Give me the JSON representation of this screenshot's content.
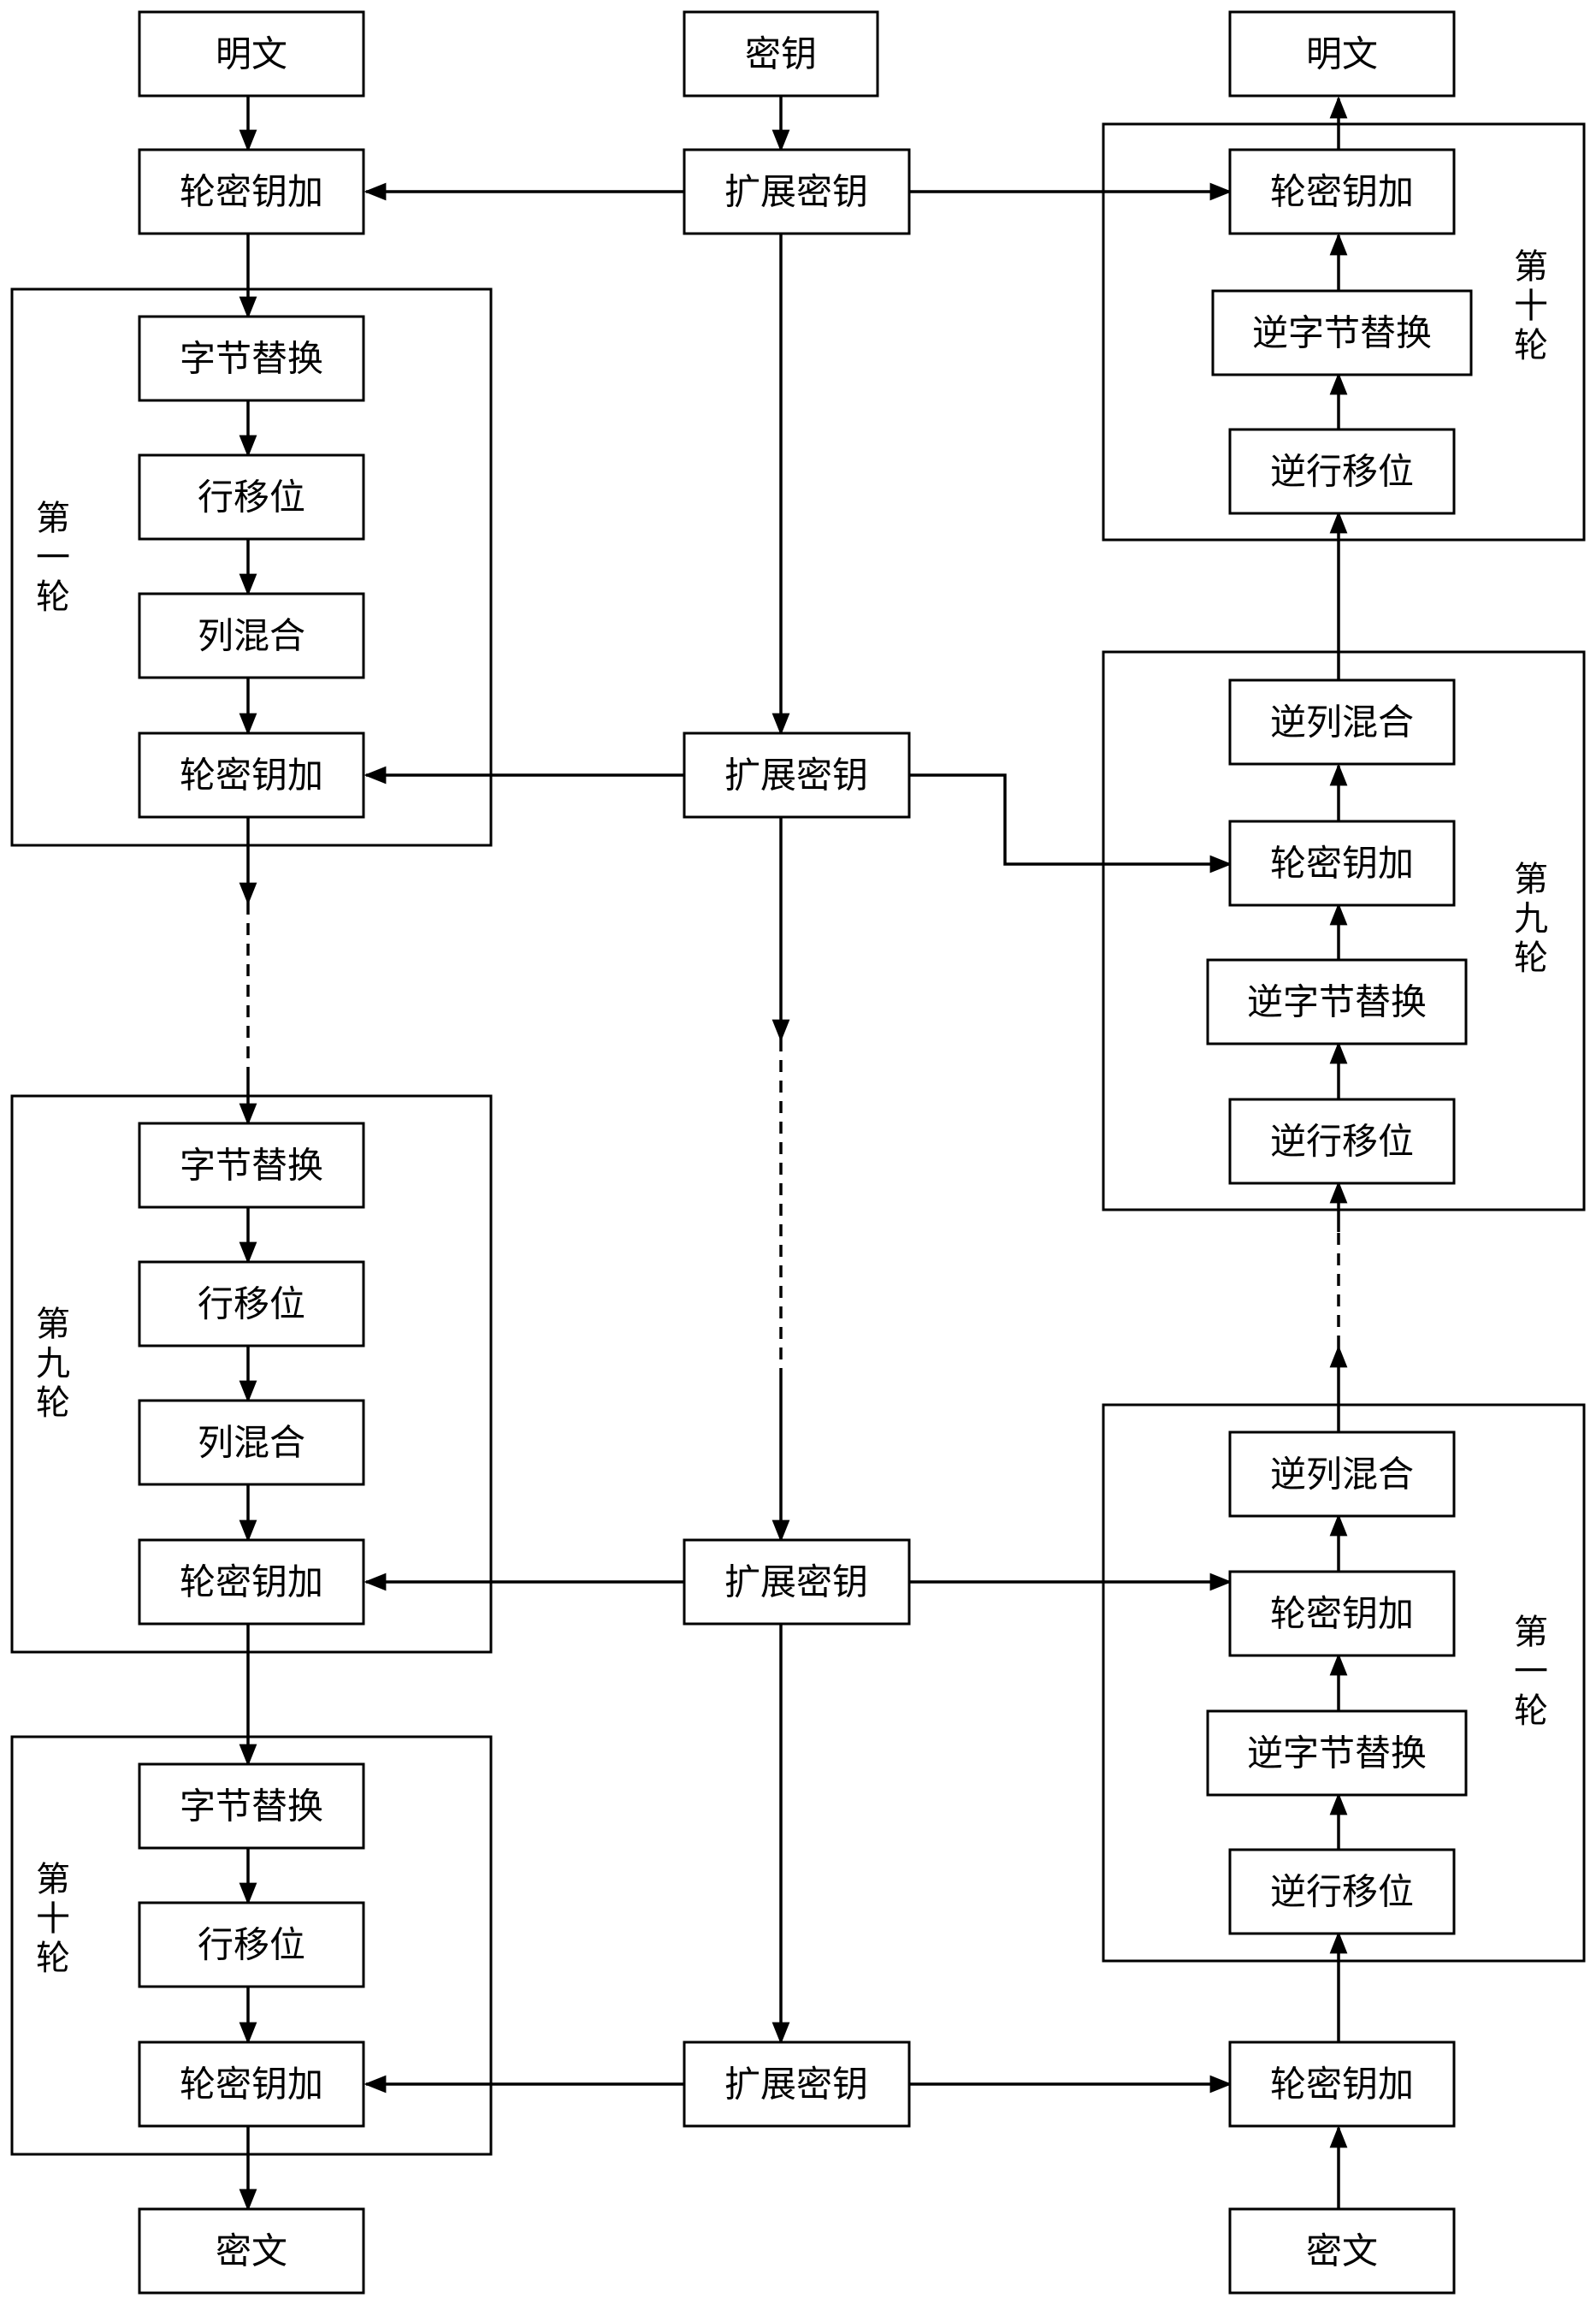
{
  "encryption": {
    "plaintext": "明文",
    "initial_add": "轮密钥加",
    "round_first": {
      "title_chars": [
        "第",
        "一",
        "轮"
      ],
      "steps": [
        "字节替换",
        "行移位",
        "列混合",
        "轮密钥加"
      ]
    },
    "round_ninth": {
      "title_chars": [
        "第",
        "九",
        "轮"
      ],
      "steps": [
        "字节替换",
        "行移位",
        "列混合",
        "轮密钥加"
      ]
    },
    "round_tenth": {
      "title_chars": [
        "第",
        "十",
        "轮"
      ],
      "steps": [
        "字节替换",
        "行移位",
        "轮密钥加"
      ]
    },
    "ciphertext": "密文"
  },
  "key_schedule": {
    "key": "密钥",
    "expanded": [
      "扩展密钥",
      "扩展密钥",
      "扩展密钥",
      "扩展密钥"
    ]
  },
  "decryption": {
    "plaintext": "明文",
    "round_tenth": {
      "title_chars": [
        "第",
        "十",
        "轮"
      ],
      "steps": [
        "逆行移位",
        "逆字节替换",
        "轮密钥加"
      ]
    },
    "round_ninth": {
      "title_chars": [
        "第",
        "九",
        "轮"
      ],
      "steps": [
        "逆行移位",
        "逆字节替换",
        "轮密钥加",
        "逆列混合"
      ]
    },
    "round_first": {
      "title_chars": [
        "第",
        "一",
        "轮"
      ],
      "steps": [
        "逆行移位",
        "逆字节替换",
        "轮密钥加",
        "逆列混合"
      ]
    },
    "initial_add": "轮密钥加",
    "ciphertext": "密文"
  }
}
